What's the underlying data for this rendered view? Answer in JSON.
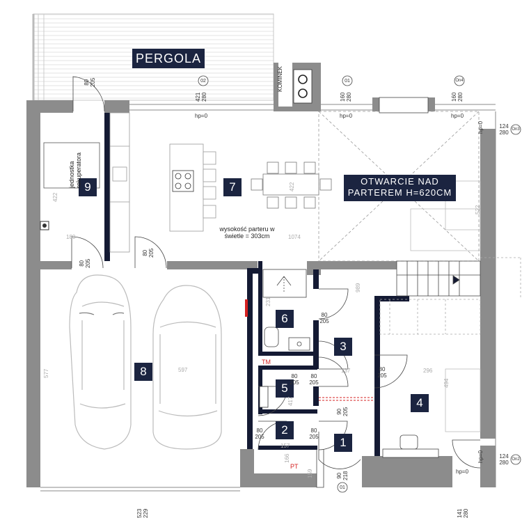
{
  "labels": {
    "pergola": "PERGOLA",
    "kominek": "KOMINEK",
    "rekuperator": [
      "jednostka",
      "rekuperatora"
    ],
    "otwarcie": [
      "OTWARCIE NAD",
      "PARTEREM  H=620CM"
    ],
    "wysokosc": [
      "wysokość parteru w",
      "świetle = 303cm"
    ],
    "tm": "TM",
    "pt": "PT"
  },
  "rooms": {
    "r1": "1",
    "r2": "2",
    "r3": "3",
    "r4": "4",
    "r5": "5",
    "r6": "6",
    "r7": "7",
    "r8": "8",
    "r9": "9"
  },
  "dimensions": {
    "d_80_205": [
      "80",
      "205"
    ],
    "d_421_280": [
      "421",
      "280"
    ],
    "d_160_280": [
      "160",
      "280"
    ],
    "d_124_280": [
      "124",
      "280"
    ],
    "d_90_205": [
      "90",
      "205"
    ],
    "d_90_218": [
      "90",
      "218"
    ],
    "d_523_229": [
      "523",
      "229"
    ],
    "d_141_280": [
      "141",
      "280"
    ],
    "hp0": "hp=0",
    "gray_1074": "1074",
    "gray_180": "180",
    "gray_422a": "422",
    "gray_422b": "422",
    "gray_989": "989",
    "gray_597": "597",
    "gray_577": "577",
    "gray_137": "137",
    "gray_296": "296",
    "gray_494": "494",
    "gray_522": "522",
    "gray_231": "231",
    "gray_417": "417",
    "gray_166": "166",
    "gray_157": "157",
    "gray_159": "159"
  },
  "markers": {
    "o1": "01",
    "o2": "02",
    "on4": "On4",
    "on3": "On3",
    "on2": "On2"
  }
}
